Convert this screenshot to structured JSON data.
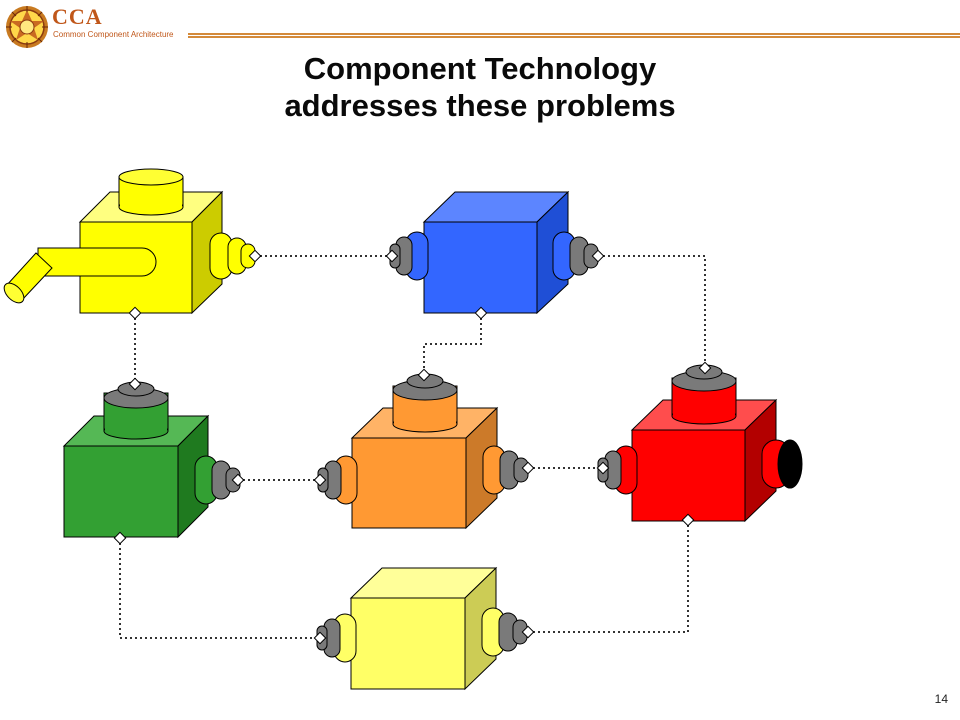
{
  "header": {
    "logo_text": "CCA",
    "logo_subtitle": "Common Component Architecture"
  },
  "title": {
    "line1": "Component Technology",
    "line2": "addresses these problems"
  },
  "page_number": "14",
  "colors": {
    "yellow": "#ffff00",
    "blue": "#3366ff",
    "green": "#33a033",
    "orange": "#ff9933",
    "red": "#ff0000",
    "pale_yellow": "#ffff66",
    "port_gray": "#7a7a7a",
    "accent": "#c0571a"
  },
  "diagram": {
    "components": [
      {
        "name": "yellow-component",
        "color_key": "yellow"
      },
      {
        "name": "blue-component",
        "color_key": "blue"
      },
      {
        "name": "green-component",
        "color_key": "green"
      },
      {
        "name": "orange-component",
        "color_key": "orange"
      },
      {
        "name": "red-component",
        "color_key": "red"
      },
      {
        "name": "pale-yellow-component",
        "color_key": "pale_yellow"
      }
    ]
  }
}
